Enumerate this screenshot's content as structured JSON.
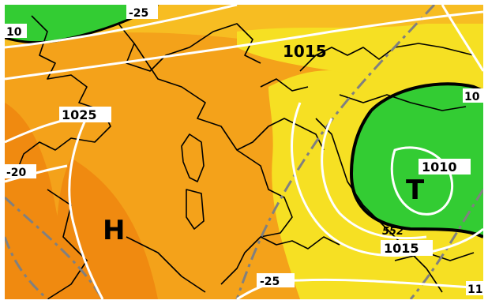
{
  "map": {
    "isobar_labels": {
      "top_left": "10",
      "top_temp": "-25",
      "center_north": "1015",
      "right_edge_top": "10",
      "west": "1025",
      "west_temp": "-20",
      "east_low": "1010",
      "south_east": "1015",
      "south_east_small": "552",
      "bottom_temp": "-25",
      "bottom_right": "11"
    },
    "pressure_centers": {
      "high": "H",
      "low": "T"
    },
    "colors": {
      "orange_deep": "#f08a10",
      "orange": "#f4a21a",
      "yellow_orange": "#f7bd22",
      "yellow": "#f6e023",
      "green": "#33cc33",
      "coast": "#000000",
      "isobar": "#ffffff",
      "front": "#808080"
    }
  }
}
